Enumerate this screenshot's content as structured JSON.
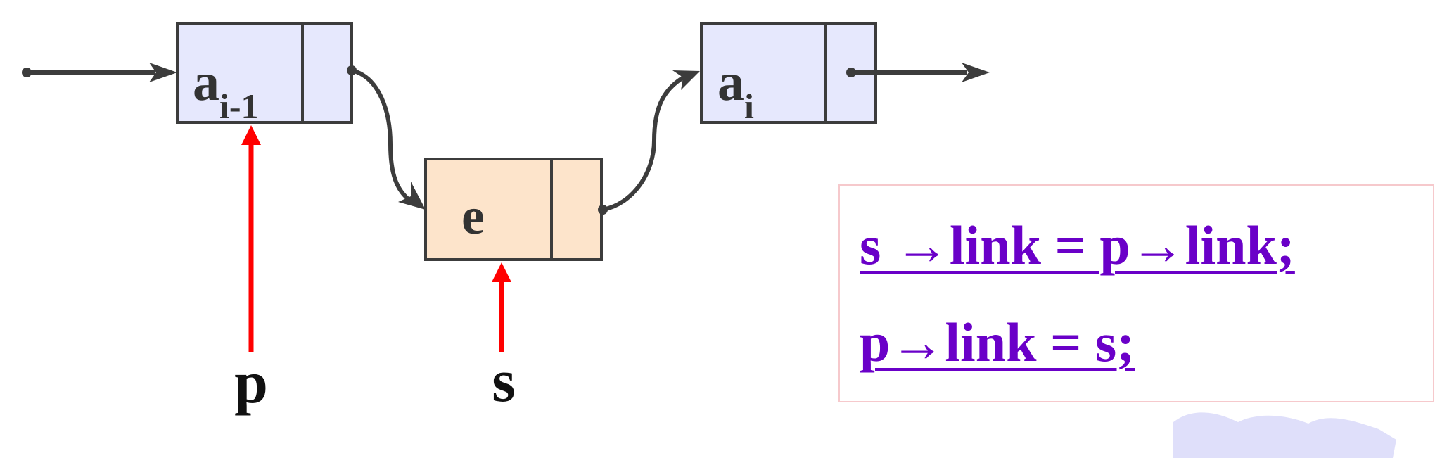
{
  "nodes": {
    "prev": {
      "data_base": "a",
      "data_sub": "i-1"
    },
    "new": {
      "data": "e"
    },
    "next": {
      "data_base": "a",
      "data_sub": "i"
    }
  },
  "pointers": {
    "p": "p",
    "s": "s"
  },
  "code": {
    "line1": "s →link = p→link;",
    "line2": "p→link = s;"
  },
  "colors": {
    "node_fill": "#e6e8fd",
    "new_node_fill": "#fde4cb",
    "pointer_arrow": "#ff0000",
    "link_arrow": "#3c3c3c",
    "code_text": "#6a00c8",
    "code_border": "#f6c9cc",
    "decoration": "#dcdcfa"
  }
}
